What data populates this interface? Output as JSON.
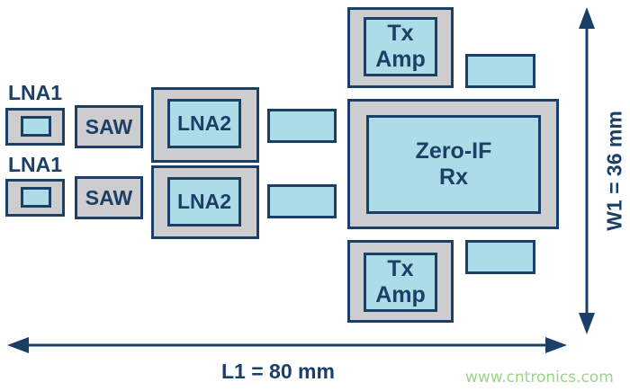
{
  "blocks": {
    "lna1_label": "LNA1",
    "saw_label": "SAW",
    "lna2_label": "LNA2",
    "zero_if_line1": "Zero-IF",
    "zero_if_line2": "Rx",
    "tx_line1": "Tx",
    "tx_line2": "Amp"
  },
  "dimensions": {
    "length_label": "L1 = 80 mm",
    "width_label": "W1 = 36 mm"
  },
  "watermark": "www.cntronics.com",
  "colors": {
    "outline": "#1b3f67",
    "package_gray": "#cdcdcf",
    "die_blue": "#addce9",
    "watermark_green": "#9bd38a"
  }
}
